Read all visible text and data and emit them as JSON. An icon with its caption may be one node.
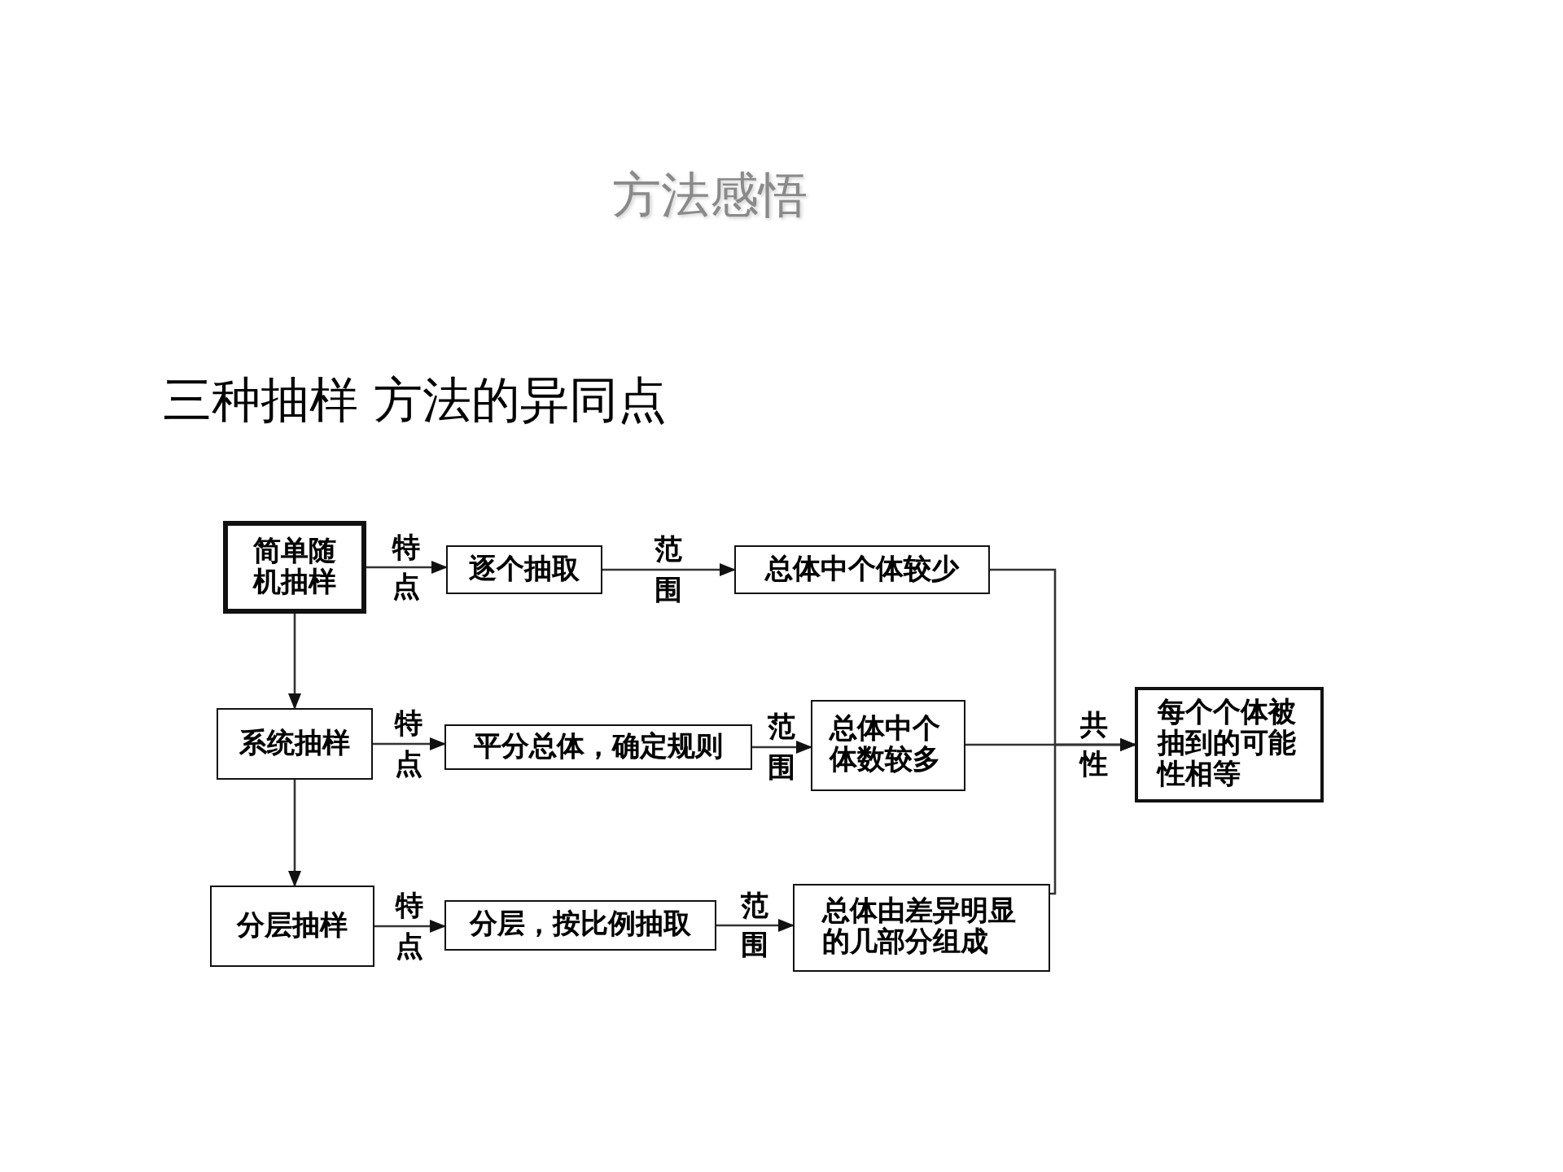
{
  "diagram": {
    "title": "方法感悟",
    "nodes": [
      {
        "text": [
          "简单随机抽样"
        ]
      },
      {
        "text": [
          "逐个抽取"
        ]
      },
      {
        "text": [
          "总体中个体较少"
        ]
      },
      {
        "text": [
          "系统抽样"
        ]
      },
      {
        "text": [
          "平分总体，确定规则"
        ]
      },
      {
        "text": [
          "总体中个体数较多"
        ]
      },
      {
        "text": [
          "分层抽样"
        ]
      },
      {
        "text": [
          "分层，按比例抽取"
        ]
      },
      {
        "text": [
          "总体由差异明显的几部分组成"
        ]
      },
      {
        "text": [
          "每个个体被抽到的可能性相等"
        ]
      }
    ],
    "edges": [
      {
        "from": 0,
        "to": 1,
        "arrow": "to",
        "label": "特点"
      },
      {
        "from": 1,
        "to": 2,
        "arrow": "to",
        "label": "范围"
      },
      {
        "from": 0,
        "to": 3,
        "arrow": "to"
      },
      {
        "from": 3,
        "to": 4,
        "arrow": "to",
        "label": "特点"
      },
      {
        "from": 4,
        "to": 5,
        "arrow": "to",
        "label": "范围"
      },
      {
        "from": 3,
        "to": 6,
        "arrow": "to"
      },
      {
        "from": 6,
        "to": 7,
        "arrow": "to",
        "label": "特点"
      },
      {
        "from": 7,
        "to": 8,
        "arrow": "to",
        "label": "范围"
      },
      {
        "from": 2,
        "to": 9,
        "arrow": "to"
      },
      {
        "from": 5,
        "to": 9,
        "arrow": "to",
        "label": "共性"
      },
      {
        "from": 8,
        "to": 9,
        "arrow": "to"
      }
    ],
    "labels": [
      "三种抽样 方法的异同点"
    ]
  }
}
